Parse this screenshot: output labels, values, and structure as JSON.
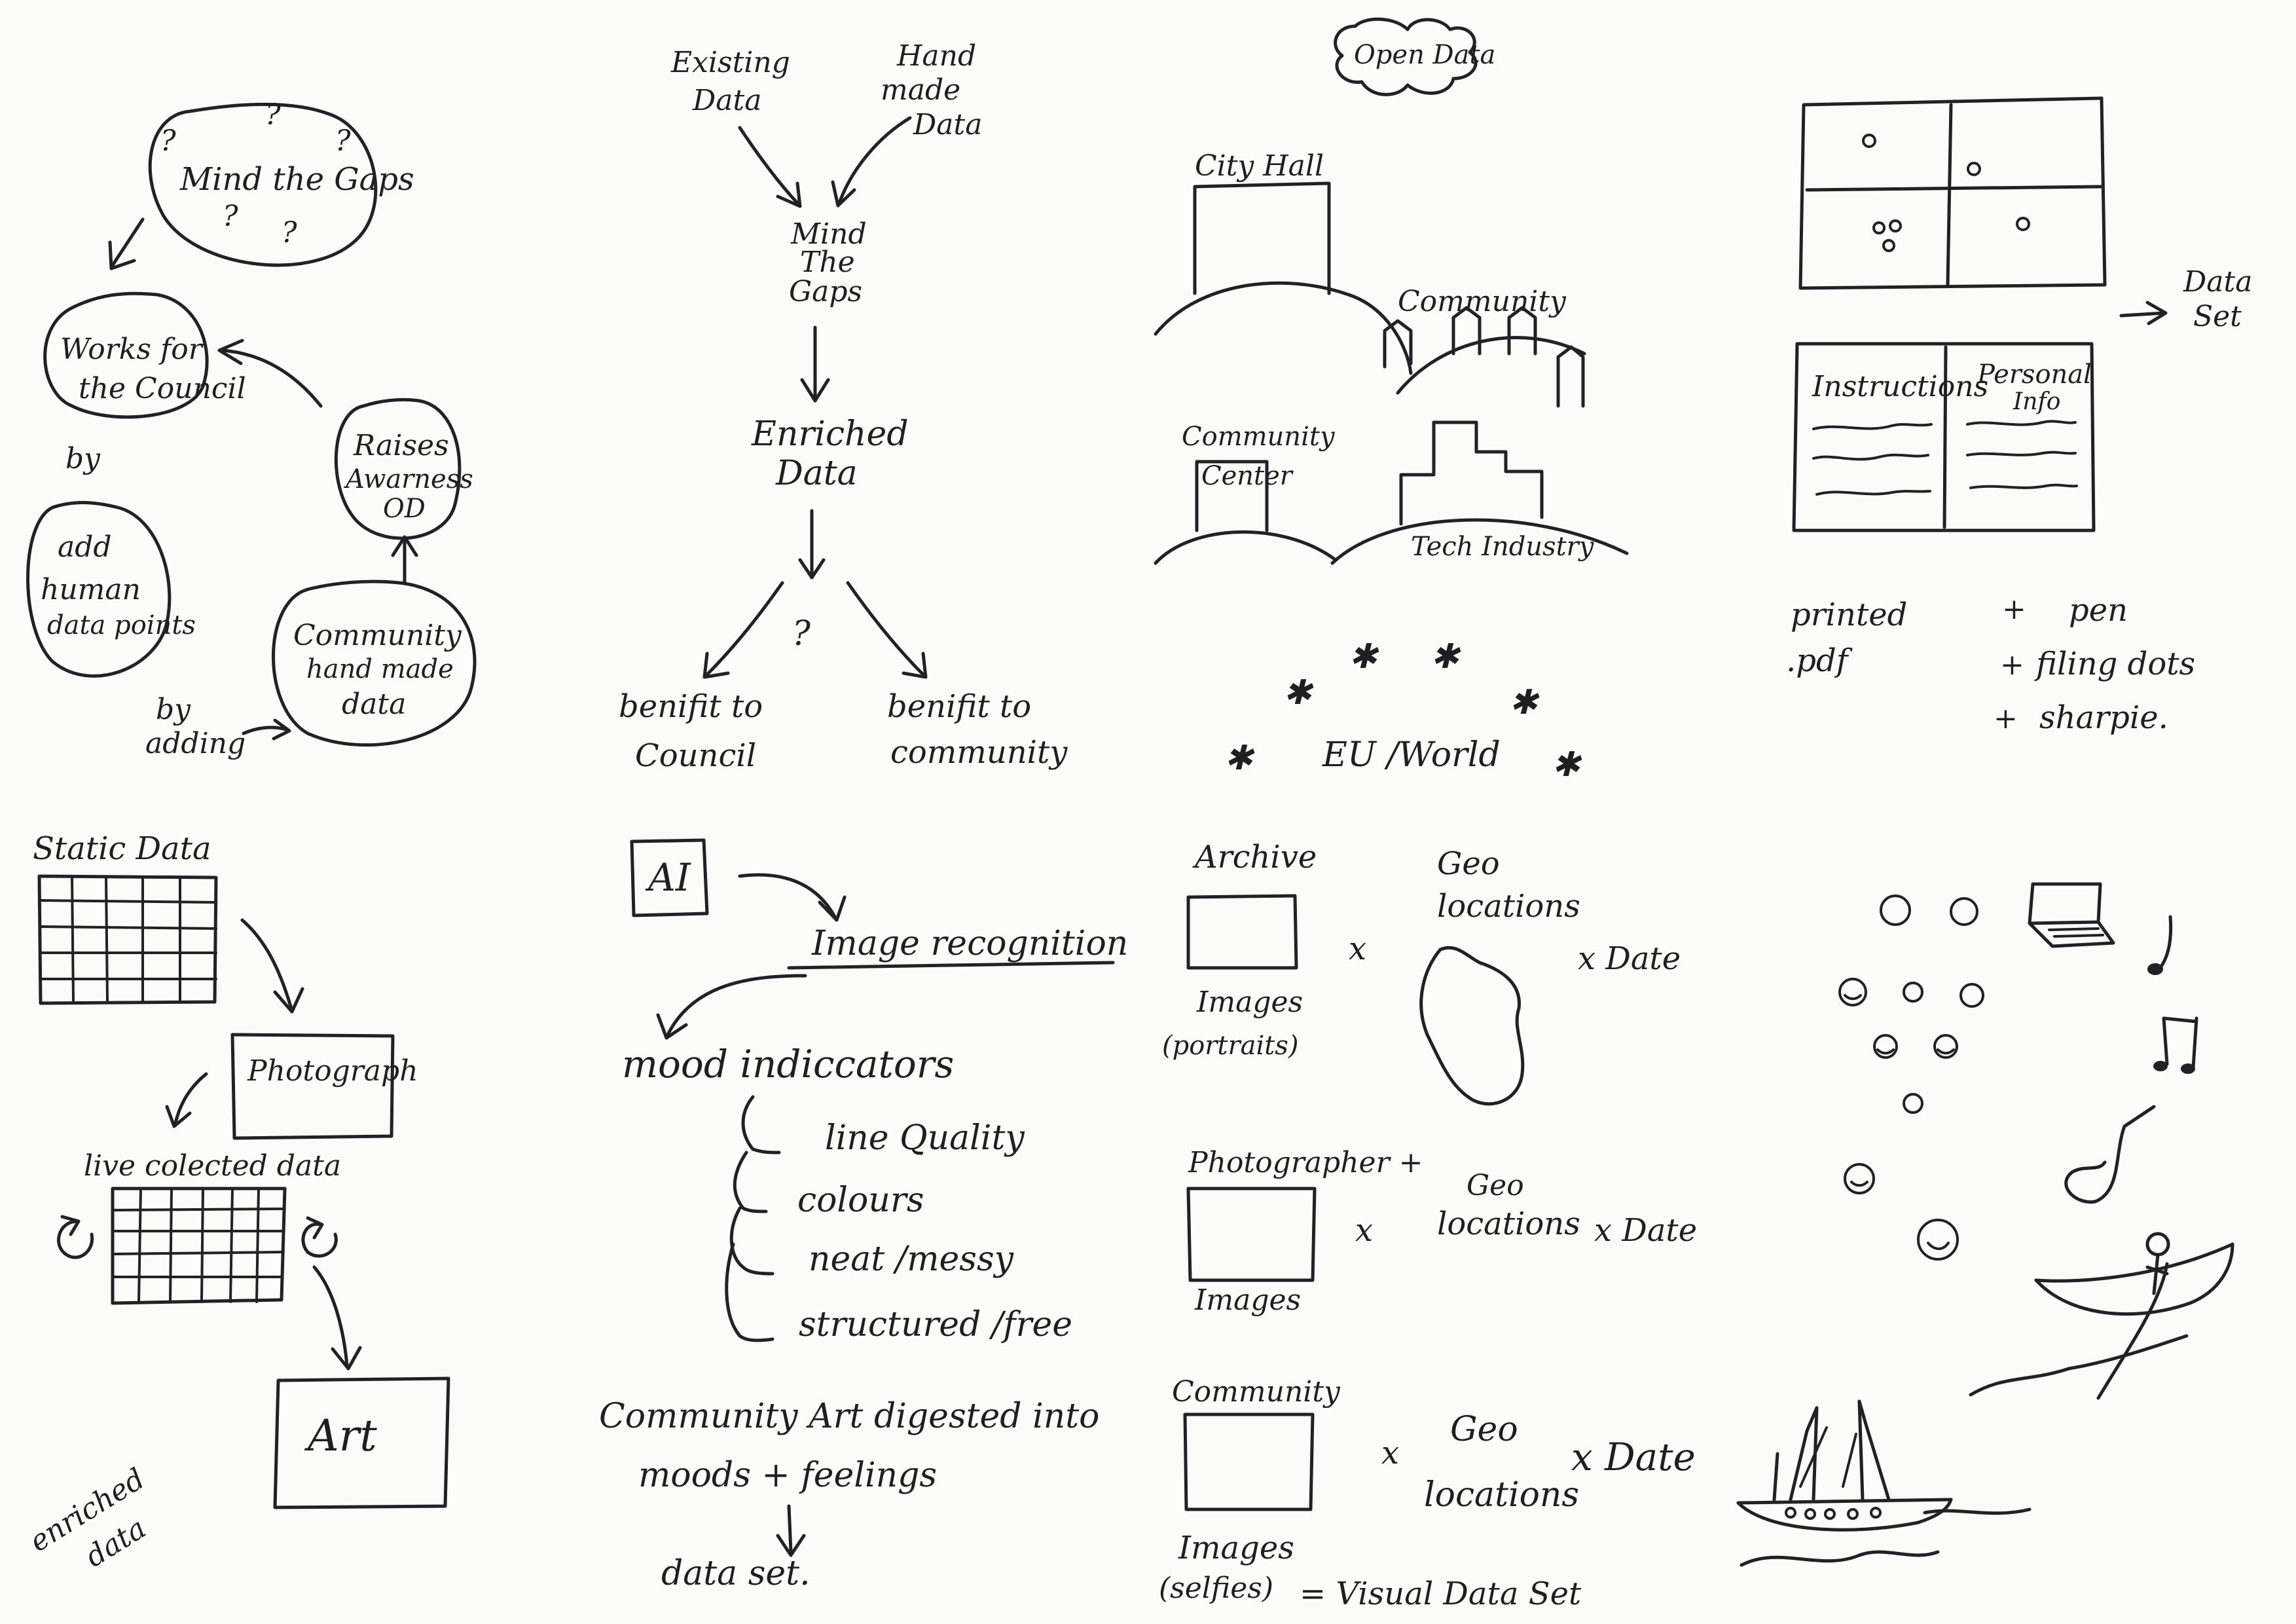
{
  "quadrant_top_left": {
    "mind_the_gaps": "Mind the Gaps",
    "question_mark": "?",
    "works_for_council_1": "Works for",
    "works_for_council_2": "the Council",
    "by": "by",
    "add_human_1": "add",
    "add_human_2": "human",
    "add_human_3": "data points",
    "raises_awareness_1": "Raises",
    "raises_awareness_2": "Awarness",
    "raises_awareness_3": "OD",
    "community_hand_1": "Community",
    "community_hand_2": "hand made",
    "community_hand_3": "data",
    "by_adding_1": "by",
    "by_adding_2": "adding"
  },
  "quadrant_top_center": {
    "existing_data_1": "Existing",
    "existing_data_2": "Data",
    "hand_made_1": "Hand",
    "hand_made_2": "made",
    "hand_made_3": "Data",
    "mind_the_gaps_1": "Mind",
    "mind_the_gaps_2": "The",
    "mind_the_gaps_3": "Gaps",
    "enriched_1": "Enriched",
    "enriched_2": "Data",
    "question": "?",
    "benefit_council_1": "benifit to",
    "benefit_council_2": "Council",
    "benefit_community_1": "benifit to",
    "benefit_community_2": "community"
  },
  "quadrant_top_right_center": {
    "open_data": "Open Data",
    "city_hall": "City Hall",
    "community": "Community",
    "community_center_1": "Community",
    "community_center_2": "Center",
    "tech_industry": "Tech Industry",
    "eu_world": "EU /World"
  },
  "quadrant_top_right": {
    "data_set_1": "Data",
    "data_set_2": "Set",
    "instructions": "Instructions",
    "personal_info_1": "Personal",
    "personal_info_2": "Info",
    "printed": "printed",
    "pdf": ".pdf",
    "plus": "+",
    "pen": "pen",
    "filing_dots": "filing dots",
    "sharpie": "sharpie."
  },
  "quadrant_bottom_left": {
    "static_data": "Static Data",
    "photograph": "Photograph",
    "live_collected": "live colected data",
    "art": "Art",
    "enriched_1": "enriched",
    "enriched_2": "data"
  },
  "quadrant_bottom_center": {
    "ai": "AI",
    "image_recognition": "Image recognition",
    "mood_indicators": "mood indiccators",
    "line_quality": "line Quality",
    "colours": "colours",
    "neat_messy": "neat /messy",
    "structured_free": "structured /free",
    "community_art_1": "Community  Art  digested  into",
    "community_art_2": "moods   +  feelings",
    "data_set": "data  set."
  },
  "quadrant_bottom_right_center": {
    "archive": "Archive",
    "images_1": "Images",
    "portraits": "(portraits)",
    "times": "x",
    "geo_1": "Geo",
    "locations": "locations",
    "date": "x  Date",
    "photographer": "Photographer +",
    "images_2": "Images",
    "community": "Community",
    "images_3": "Images",
    "selfies": "(selfies)",
    "visual_data_set": "= Visual Data Set"
  }
}
